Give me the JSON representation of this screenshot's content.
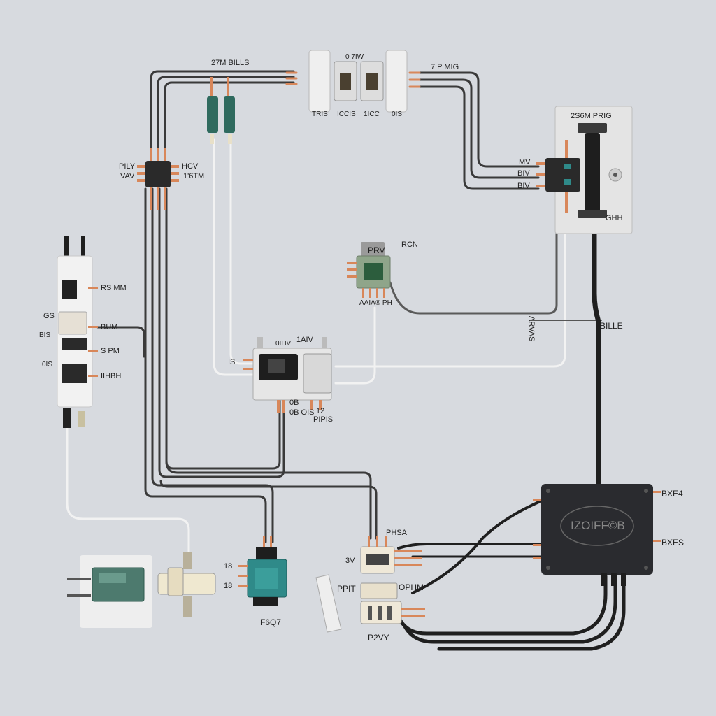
{
  "labels": {
    "top_left_relay": "27M BILLS",
    "top_center": "0 7IW",
    "top_right_relay": "7 P MIG",
    "switch_a": "TRIS",
    "switch_b": "ICCIS",
    "switch_c": "1ICC",
    "switch_d": "0IS",
    "box_title": "2S6M PRIG",
    "box_in_1": "MV",
    "box_in_2": "BIV",
    "box_in_3": "BIV",
    "box_out": "GHH",
    "junction_left_1": "PILY",
    "junction_left_2": "VAV",
    "junction_right_1": "HCV",
    "junction_right_2": "1'6TM",
    "mid_chip": "PRV",
    "mid_chip_right": "RCN",
    "mid_chip_bottom": "AAIA® PH",
    "vertical_label": "ARVAS",
    "ground_label": "BILLE",
    "strip_1": "RS MM",
    "strip_2": "BUM",
    "strip_3": "S PM",
    "strip_4": "IIHBH",
    "strip_left_1": "GS",
    "strip_left_2": "BIS",
    "strip_left_3": "0IS",
    "center_top_1": "0IHV",
    "center_top_2": "1AIV",
    "center_left": "IS",
    "center_bot_1": "0B",
    "center_bot_2": "0B OIS",
    "center_bot_3": "12",
    "center_bot_4": "PIPIS",
    "controller_logo": "IZOIFF©B",
    "controller_r1": "BXE4",
    "controller_r2": "BXES",
    "term_label": "PHSA",
    "term_left": "3V",
    "pcb_1": "18",
    "pcb_2": "18",
    "pcb_bottom": "F6Q7",
    "pplt": "PPIT",
    "connector_label": "OPHM",
    "connector_bottom": "P2VY"
  },
  "colors": {
    "background": "#d7dadf",
    "wire_dark": "#3a3a3a",
    "wire_light": "#f2f2f2",
    "copper": "#d8875a",
    "device_body": "#efefef",
    "controller": "#2a2b2f",
    "pcb": "#2f8a89"
  }
}
